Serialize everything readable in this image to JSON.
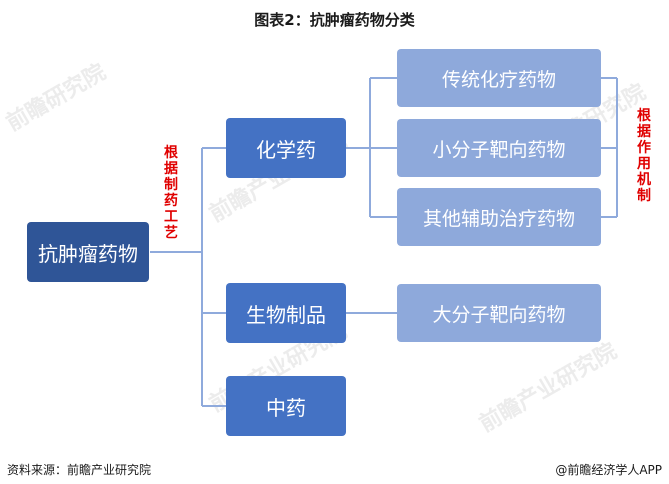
{
  "title": "图表2：抗肿瘤药物分类",
  "root": "抗肿瘤药物",
  "label_process": "根据制药工艺",
  "label_mechanism": "根据作用机制",
  "categories": {
    "chemical": "化学药",
    "biological": "生物制品",
    "tcm": "中药"
  },
  "chemical_leaves": [
    "传统化疗药物",
    "小分子靶向药物",
    "其他辅助治疗药物"
  ],
  "biological_leaves": [
    "大分子靶向药物"
  ],
  "footer": {
    "source": "资料来源：前瞻产业研究院",
    "credit": "@前瞻经济学人APP"
  },
  "colors": {
    "root": "#2f5597",
    "category": "#4472c4",
    "leaf": "#8ea9db",
    "connector": "#8faadc",
    "label": "#e00000"
  }
}
